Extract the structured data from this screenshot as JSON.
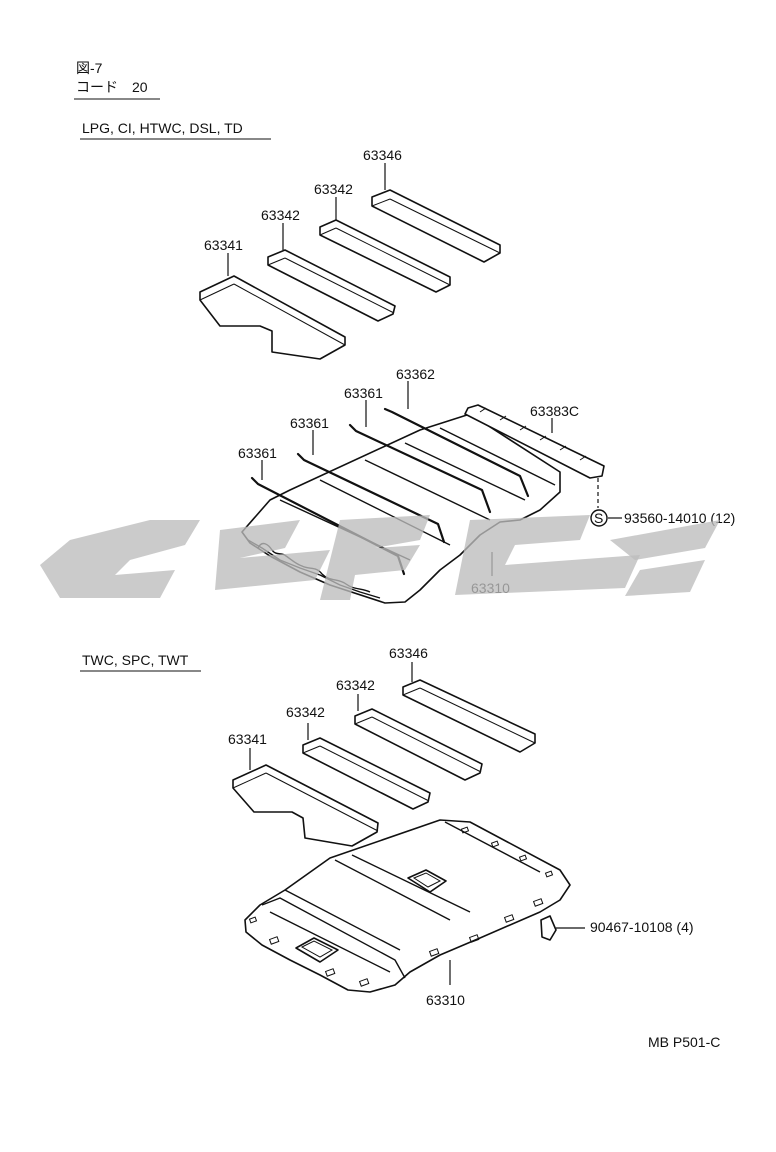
{
  "header": {
    "figure": "図-7",
    "code": "コード　20"
  },
  "section_top": {
    "title": "LPG, CI, HTWC, DSL, TD",
    "pads": [
      "63346",
      "63342",
      "63342",
      "63341"
    ],
    "bows": [
      "63362",
      "63361",
      "63361",
      "63361"
    ],
    "retainer": "63383C",
    "screw": "93560-14010 (12)",
    "screw_symbol": "S",
    "headlining": "63310"
  },
  "section_bottom": {
    "title": "TWC, SPC, TWT",
    "pads": [
      "63346",
      "63342",
      "63342",
      "63341"
    ],
    "clip": "90467-10108 (4)",
    "headlining": "63310"
  },
  "footer": {
    "ref": "MB P501-C"
  },
  "colors": {
    "ink": "#111111",
    "watermark": "#bdbdbd",
    "background": "#ffffff"
  }
}
